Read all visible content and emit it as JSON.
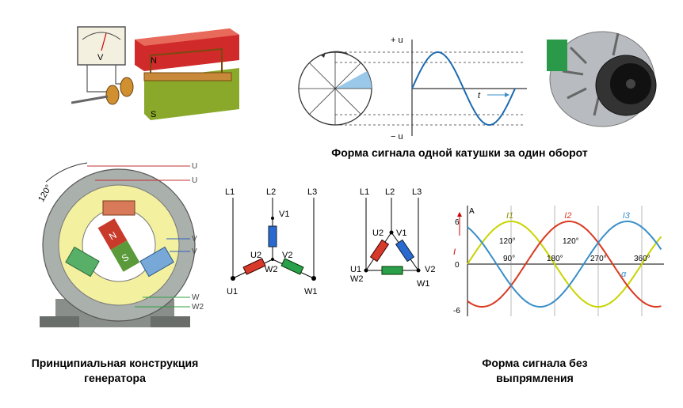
{
  "captions": {
    "single_coil": "Форма сигнала одной катушки за один оборот",
    "construction_line1": "Принципиальная конструкция",
    "construction_line2": "генератора",
    "unrectified_line1": "Форма сигнала без",
    "unrectified_line2": "выпрямления"
  },
  "meter": {
    "label": "V"
  },
  "magnet": {
    "north": "N",
    "south": "S"
  },
  "sine_axes": {
    "plus_u": "+ u",
    "minus_u": "− u",
    "t": "t"
  },
  "stator": {
    "angle": "120°",
    "rotor_n": "N",
    "rotor_s": "S",
    "terminals": [
      "U",
      "U",
      "V",
      "V",
      "W",
      "W2"
    ]
  },
  "star": {
    "lines": [
      "L1",
      "L2",
      "L3"
    ],
    "v1": "V1",
    "u2": "U2",
    "v2": "V2",
    "w2": "W2",
    "u1": "U1",
    "w1": "W1"
  },
  "delta": {
    "lines": [
      "L1",
      "L2",
      "L3"
    ],
    "u2": "U2",
    "v1": "V1",
    "u1": "U1",
    "v2": "V2",
    "w2": "W2",
    "w1": "W1"
  },
  "phase_chart": {
    "unit": "A",
    "y_ticks": [
      "6",
      "0",
      "-6"
    ],
    "y_label": "I",
    "x_ticks": [
      "90°",
      "180°",
      "270°",
      "360°"
    ],
    "alpha": "α",
    "spacing_labels": [
      "120°",
      "120°"
    ],
    "series": [
      {
        "name": "I1",
        "color": "#c8d400",
        "phase": 0
      },
      {
        "name": "I2",
        "color": "#d83a20",
        "phase": 120
      },
      {
        "name": "I3",
        "color": "#3a8ec8",
        "phase": 240
      }
    ],
    "amplitude": 6,
    "x_range": [
      0,
      360
    ]
  }
}
